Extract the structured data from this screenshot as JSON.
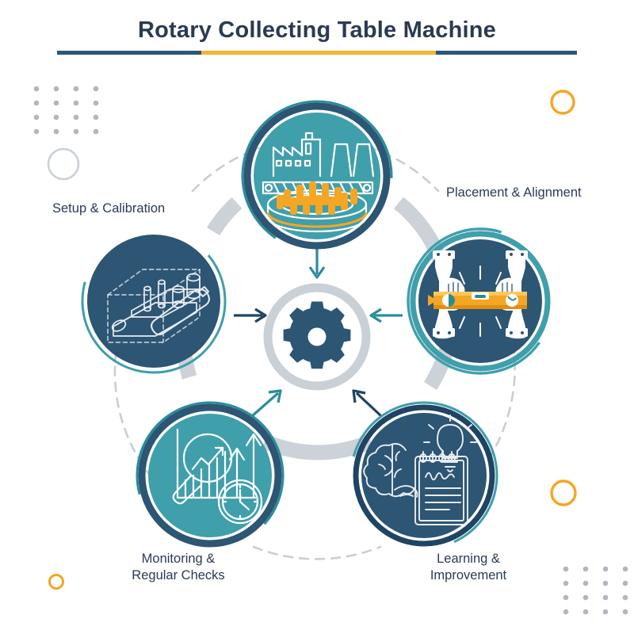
{
  "header": {
    "title": "Rotary Collecting Table Machine",
    "divider": {
      "left_color": "#2d5574",
      "middle_color": "#f5b335",
      "right_color": "#2d5574"
    }
  },
  "theme": {
    "navy": "#2d5574",
    "deep_navy": "#1f4464",
    "teal": "#3f9fab",
    "teal_dark": "#2a7f8c",
    "amber": "#f5a623",
    "gray_ring": "#c9d0d6",
    "gray_dot": "#aeb8c0",
    "text": "#2b3a52",
    "background": "#ffffff"
  },
  "center": {
    "icon": "gear-icon",
    "ring_color": "#c9d0d6",
    "gear_color": "#2d5574"
  },
  "nodes": [
    {
      "id": "rotary-table",
      "label": "",
      "icon": "factory-rotary-table-icon",
      "fill": "#3f9fab",
      "ring": "#2d5574",
      "position": "top"
    },
    {
      "id": "setup-calibration",
      "label": "Setup & Calibration",
      "icon": "conveyor-wrench-icon",
      "fill": "#2d5574",
      "ring": "#3f9fab",
      "position": "left"
    },
    {
      "id": "placement-alignment",
      "label": "Placement & Alignment",
      "icon": "hands-spirit-level-icon",
      "fill": "#2d5574",
      "ring": "#3f9fab",
      "position": "right"
    },
    {
      "id": "monitoring-regular-checks",
      "label": "Monitoring &\nRegular Checks",
      "icon": "magnifier-chart-clock-icon",
      "fill": "#3f9fab",
      "ring": "#2d5574",
      "position": "bottom-left"
    },
    {
      "id": "learning-improvement",
      "label": "Learning &\nImprovement",
      "icon": "brain-bulb-notepad-icon",
      "fill": "#2d5574",
      "ring": "#3f9fab",
      "position": "bottom-right"
    }
  ],
  "decorations": {
    "dot_grid_top_left": {
      "rows": 4,
      "cols": 4,
      "color": "#aeb8c0"
    },
    "dot_grid_bottom_right": {
      "rows": 4,
      "cols": 4,
      "color": "#aeb8c0"
    },
    "ring_gray_top_left": {
      "color": "#c9d0d6"
    },
    "ring_amber_top_right": {
      "color": "#f5a623"
    },
    "ring_amber_bottom_right": {
      "color": "#f5a623"
    },
    "ring_amber_bottom_left": {
      "color": "#f5a623"
    }
  },
  "arrows": {
    "count": 5,
    "direction": "inward-to-center",
    "colors": [
      "#3f9fab",
      "#1f4464",
      "#2d7f8e",
      "#2a8d9b",
      "#1f4464"
    ]
  }
}
